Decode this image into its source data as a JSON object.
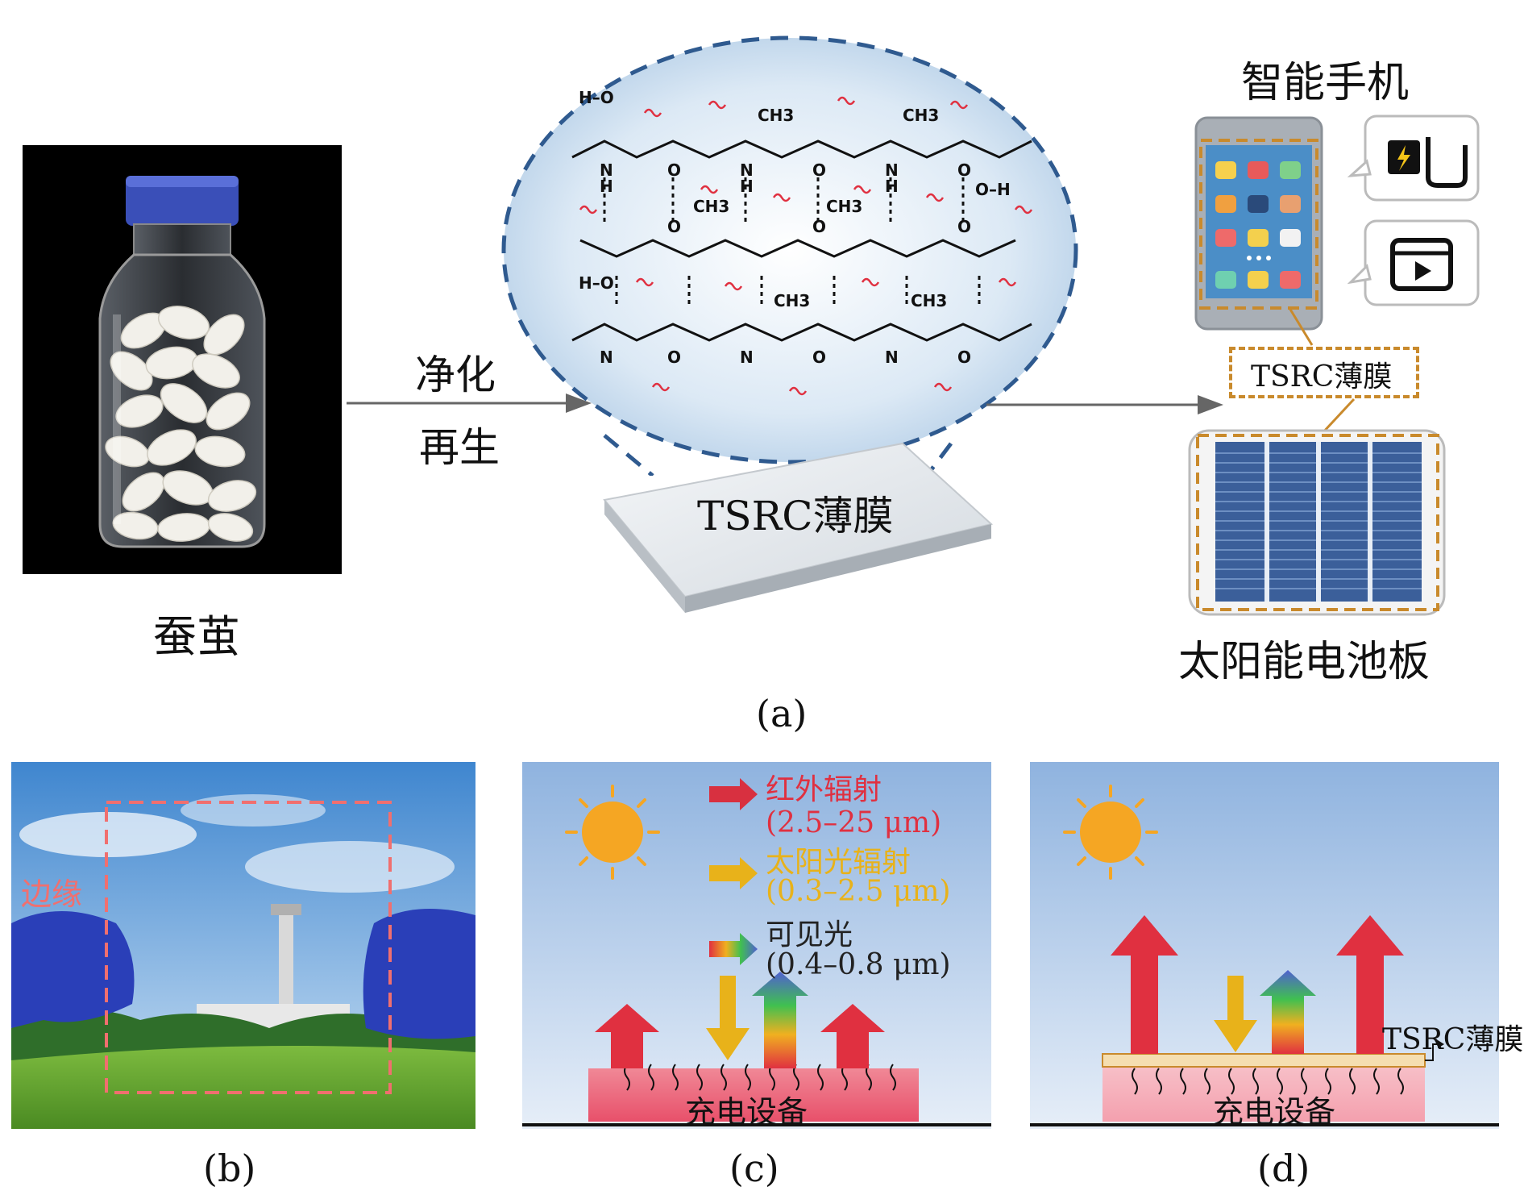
{
  "panel_a": {
    "cocoon_label": "蚕茧",
    "process_line1": "净化",
    "process_line2": "再生",
    "film_label": "TSRC薄膜",
    "phone_title": "智能手机",
    "phone_film_label": "TSRC薄膜",
    "solar_label": "太阳能电池板",
    "caption": "(a)",
    "molecule_text": {
      "ho": "H–O",
      "oh": "O–H",
      "ch3": "CH3",
      "n": "N",
      "h": "H",
      "o": "O"
    }
  },
  "panel_b": {
    "edge_label": "边缘",
    "caption": "(b)"
  },
  "panel_c": {
    "ir_label": "红外辐射",
    "ir_range": "(2.5–25 μm)",
    "solar_label": "太阳光辐射",
    "solar_range": "(0.3–2.5 μm)",
    "visible_label": "可见光",
    "visible_range": "(0.4–0.8 μm)",
    "device_label": "充电设备",
    "caption": "(c)"
  },
  "panel_d": {
    "film_label": "TSRC薄膜",
    "device_label": "充电设备",
    "caption": "(d)"
  },
  "colors": {
    "dash_blue": "#2f5a8f",
    "arrow_gray": "#666666",
    "ir_red": "#e03040",
    "solar_yellow": "#e8b21a",
    "sun_orange": "#f5a623",
    "device_pink": "#f4a0ae",
    "film_orange": "#c98a2c",
    "sky_top": "#8fb3df",
    "sky_bottom": "#e6eef8"
  }
}
